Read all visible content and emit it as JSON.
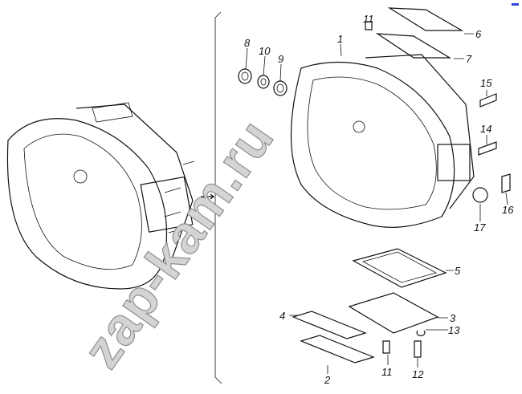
{
  "watermark": "zap-kam.ru",
  "labels": [
    {
      "id": "11",
      "text": "11"
    },
    {
      "id": "6",
      "text": "6"
    },
    {
      "id": "1",
      "text": "1"
    },
    {
      "id": "8",
      "text": "8"
    },
    {
      "id": "10",
      "text": "10"
    },
    {
      "id": "9",
      "text": "9"
    },
    {
      "id": "7",
      "text": "7"
    },
    {
      "id": "15",
      "text": "15"
    },
    {
      "id": "14",
      "text": "14"
    },
    {
      "id": "16",
      "text": "16"
    },
    {
      "id": "17",
      "text": "17"
    },
    {
      "id": "5",
      "text": "5"
    },
    {
      "id": "4",
      "text": "4"
    },
    {
      "id": "3",
      "text": "3"
    },
    {
      "id": "13",
      "text": "13"
    },
    {
      "id": "2",
      "text": "2"
    },
    {
      "id": "11b",
      "text": "11"
    },
    {
      "id": "12",
      "text": "12"
    }
  ]
}
